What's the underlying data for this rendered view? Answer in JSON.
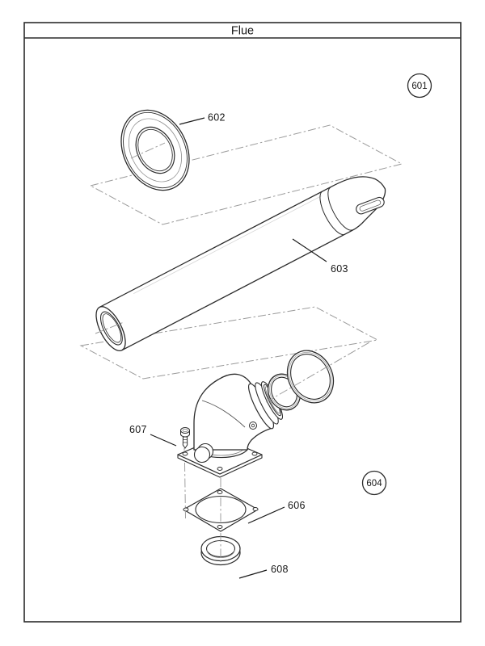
{
  "title": "Flue",
  "callouts": {
    "c601": {
      "label": "601",
      "style": "circled"
    },
    "c602": {
      "label": "602",
      "style": "leader"
    },
    "c603": {
      "label": "603",
      "style": "leader"
    },
    "c604": {
      "label": "604",
      "style": "circled"
    },
    "c606": {
      "label": "606",
      "style": "leader"
    },
    "c607": {
      "label": "607",
      "style": "leader"
    },
    "c608": {
      "label": "608",
      "style": "leader"
    }
  },
  "colors": {
    "line": "#2b2b2b",
    "phantom": "#9a9a9a",
    "text": "#161616",
    "background": "#ffffff"
  }
}
